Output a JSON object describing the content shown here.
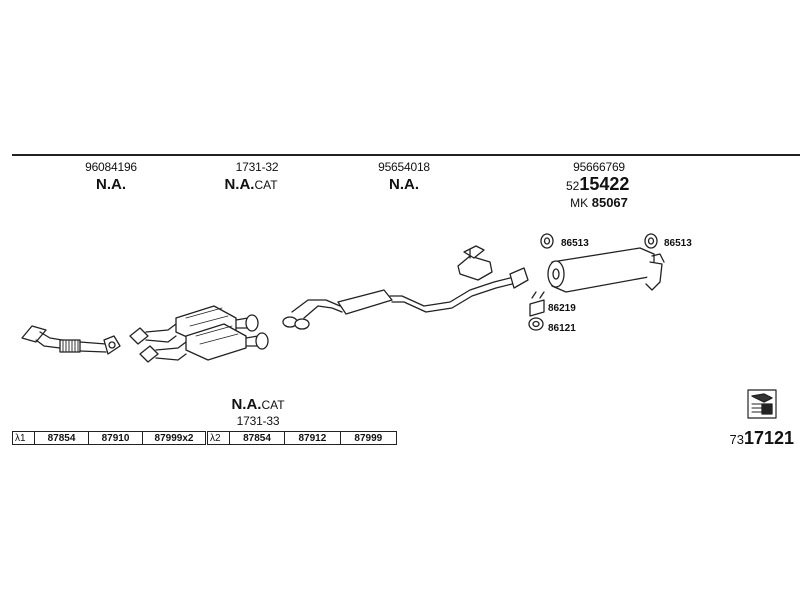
{
  "headers": [
    {
      "ref": "96084196",
      "label": "N.A.",
      "suffix": ""
    },
    {
      "ref": "1731-32",
      "label": "N.A.",
      "suffix": "CAT"
    },
    {
      "ref": "95654018",
      "label": "N.A.",
      "suffix": ""
    },
    {
      "ref": "95666769",
      "label": "",
      "suffix": ""
    }
  ],
  "kit": {
    "prefix": "52",
    "number": "15422",
    "mk_prefix": "MK",
    "mk_number": "85067"
  },
  "parts": {
    "clamp_left": "86513",
    "clamp_right": "86513",
    "hanger_a": "86219",
    "hanger_b": "86121"
  },
  "lower_cat": {
    "label": "N.A.",
    "suffix": "CAT",
    "ref": "1731-33"
  },
  "sensor_tables": [
    {
      "lambda": "λ1",
      "cells": [
        "87854",
        "87910",
        "87999x2"
      ]
    },
    {
      "lambda": "λ2",
      "cells": [
        "87854",
        "87912",
        "87999"
      ]
    }
  ],
  "catalog": {
    "prefix": "73",
    "number": "17121"
  },
  "icons": {
    "book": "catalog-book-icon"
  }
}
